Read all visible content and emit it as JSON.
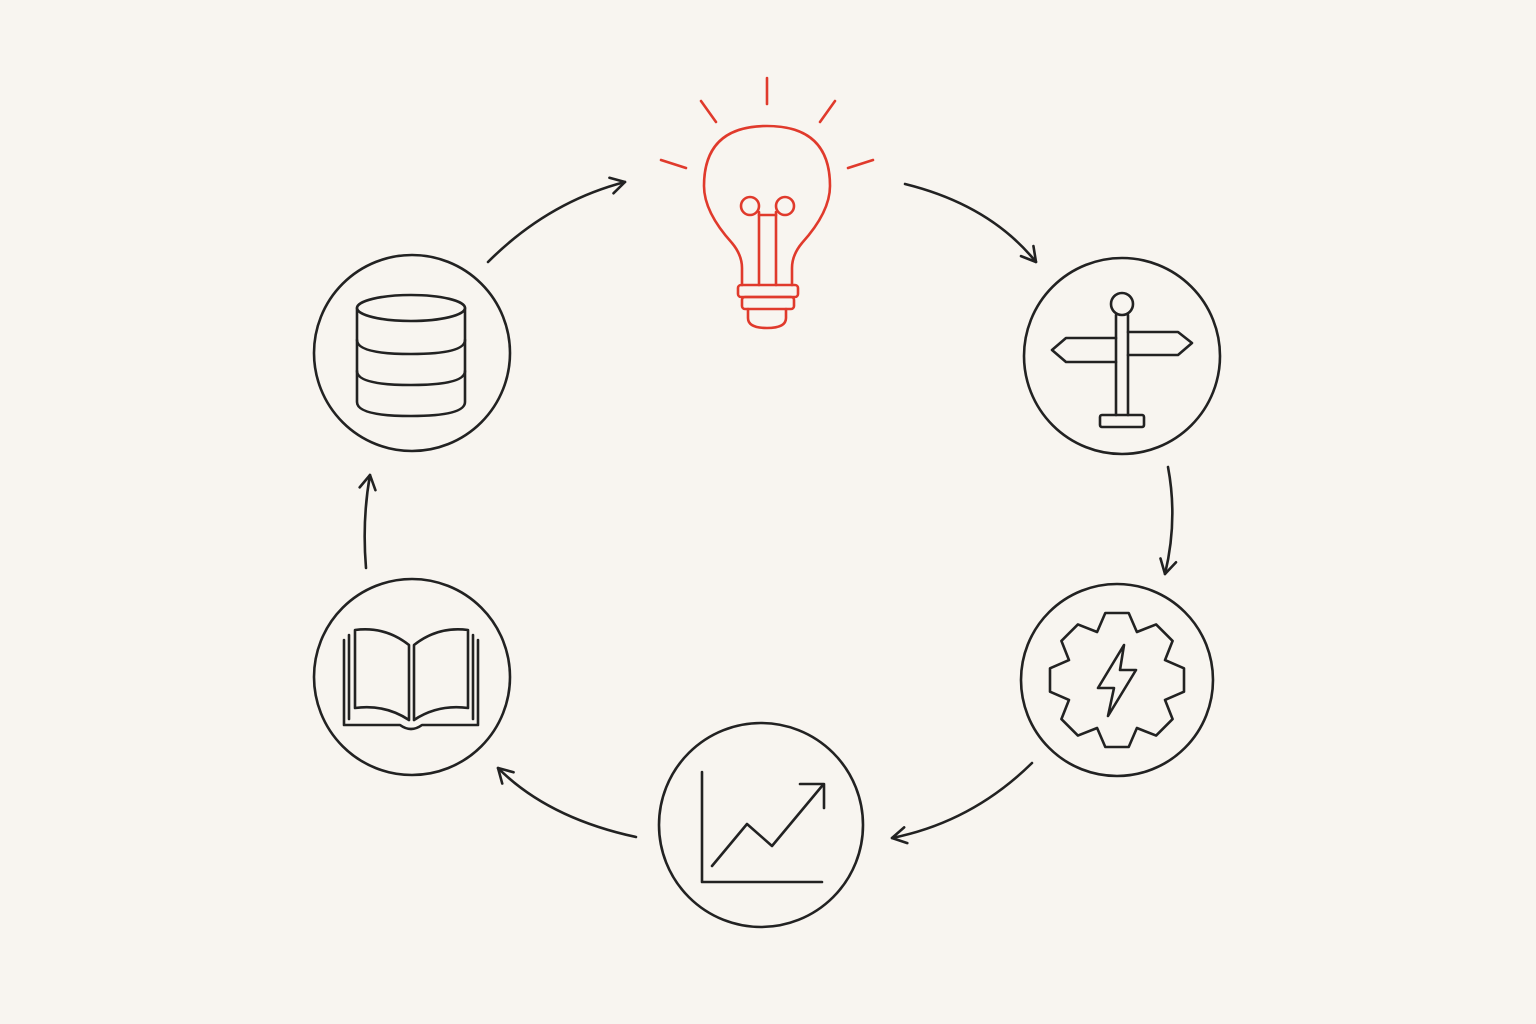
{
  "diagram": {
    "type": "cycle",
    "colors": {
      "background": "#f8f5f0",
      "line": "#222222",
      "accent": "#e03a2c"
    },
    "nodes": [
      {
        "id": "idea",
        "icon": "lightbulb-icon",
        "accent": true
      },
      {
        "id": "direction",
        "icon": "signpost-icon",
        "accent": false
      },
      {
        "id": "process",
        "icon": "gear-lightning-icon",
        "accent": false
      },
      {
        "id": "growth",
        "icon": "trending-chart-icon",
        "accent": false
      },
      {
        "id": "knowledge",
        "icon": "open-book-icon",
        "accent": false
      },
      {
        "id": "data",
        "icon": "database-icon",
        "accent": false
      }
    ],
    "edges": [
      {
        "from": "idea",
        "to": "direction"
      },
      {
        "from": "direction",
        "to": "process"
      },
      {
        "from": "process",
        "to": "growth"
      },
      {
        "from": "growth",
        "to": "knowledge"
      },
      {
        "from": "knowledge",
        "to": "data"
      },
      {
        "from": "data",
        "to": "idea"
      }
    ]
  }
}
